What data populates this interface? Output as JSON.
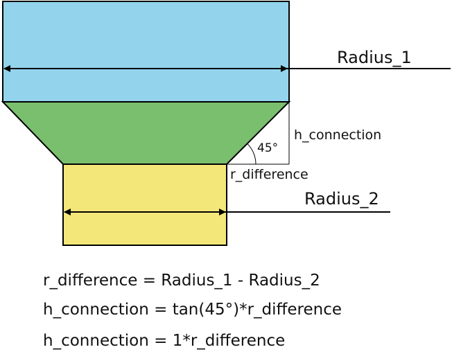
{
  "colors": {
    "top_block": "#93d4ec",
    "trapezoid": "#79bf6e",
    "bottom_block": "#f4e779",
    "outline": "#000000"
  },
  "labels": {
    "radius_1": "Radius_1",
    "radius_2": "Radius_2",
    "h_connection": "h_connection",
    "angle": "45°",
    "r_difference": "r_difference"
  },
  "formulas": [
    "r_difference = Radius_1 - Radius_2",
    "h_connection = tan(45°)*r_difference",
    "h_connection = 1*r_difference"
  ]
}
